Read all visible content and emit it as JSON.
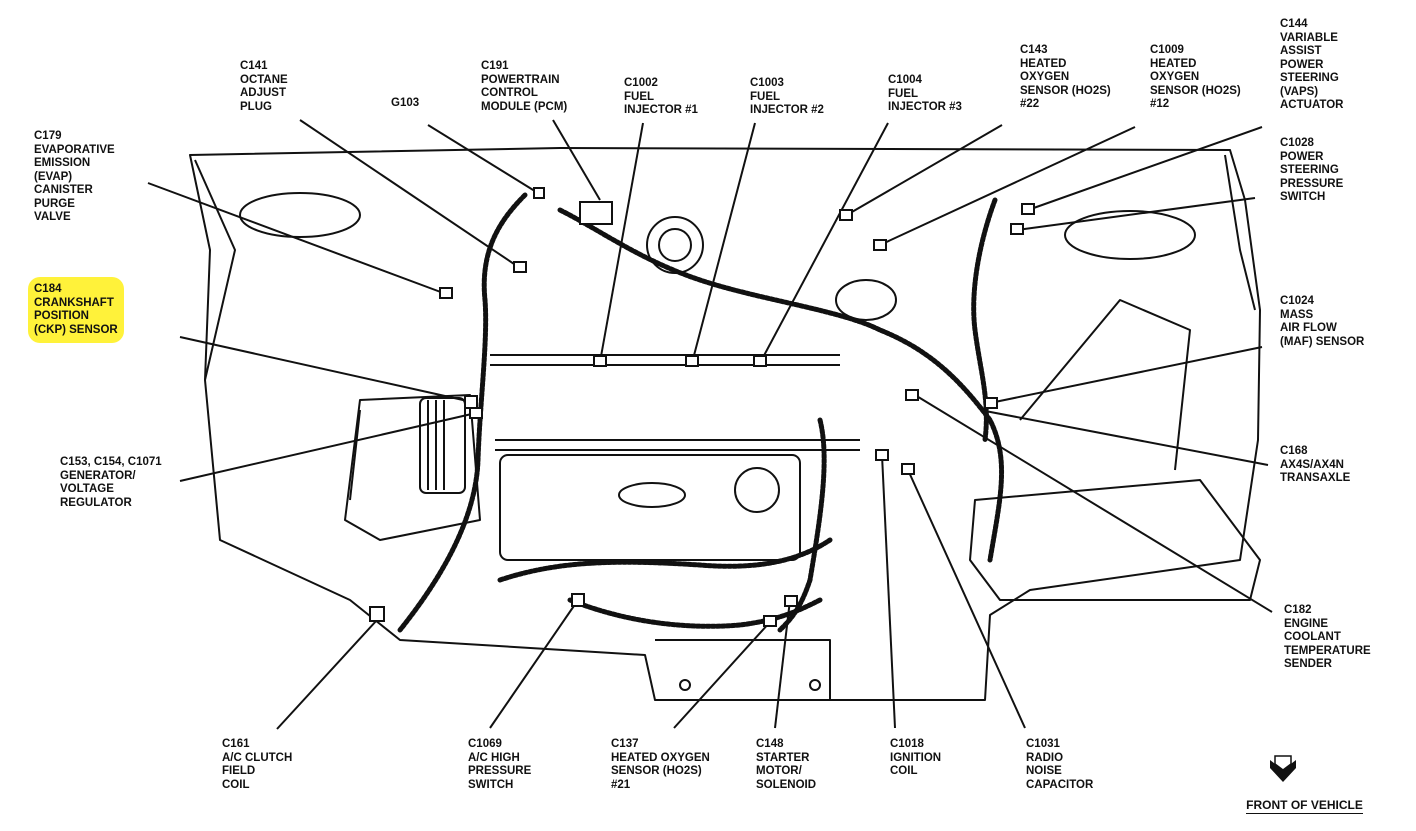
{
  "labels": [
    {
      "id": "c141",
      "lines": [
        "C141",
        "OCTANE",
        "ADJUST",
        "PLUG"
      ]
    },
    {
      "id": "g103",
      "lines": [
        "G103"
      ]
    },
    {
      "id": "c191",
      "lines": [
        "C191",
        "POWERTRAIN",
        "CONTROL",
        "MODULE (PCM)"
      ]
    },
    {
      "id": "c1002",
      "lines": [
        "C1002",
        "FUEL",
        "INJECTOR #1"
      ]
    },
    {
      "id": "c1003",
      "lines": [
        "C1003",
        "FUEL",
        "INJECTOR #2"
      ]
    },
    {
      "id": "c1004",
      "lines": [
        "C1004",
        "FUEL",
        "INJECTOR #3"
      ]
    },
    {
      "id": "c143",
      "lines": [
        "C143",
        "HEATED",
        "OXYGEN",
        "SENSOR (HO2S)",
        "#22"
      ]
    },
    {
      "id": "c1009",
      "lines": [
        "C1009",
        "HEATED",
        "OXYGEN",
        "SENSOR (HO2S)",
        "#12"
      ]
    },
    {
      "id": "c144",
      "lines": [
        "C144",
        "VARIABLE",
        "ASSIST",
        "POWER",
        "STEERING",
        "(VAPS)",
        "ACTUATOR"
      ]
    },
    {
      "id": "c179",
      "lines": [
        "C179",
        "EVAPORATIVE",
        "EMISSION",
        "(EVAP)",
        "CANISTER",
        "PURGE",
        "VALVE"
      ]
    },
    {
      "id": "c1028",
      "lines": [
        "C1028",
        "POWER",
        "STEERING",
        "PRESSURE",
        "SWITCH"
      ]
    },
    {
      "id": "c184",
      "lines": [
        "C184",
        "CRANKSHAFT",
        "POSITION",
        "(CKP) SENSOR"
      ],
      "highlighted": true
    },
    {
      "id": "c1024",
      "lines": [
        "C1024",
        "MASS",
        "AIR FLOW",
        "(MAF) SENSOR"
      ]
    },
    {
      "id": "c153",
      "lines": [
        "C153, C154, C1071",
        "GENERATOR/",
        "VOLTAGE",
        "REGULATOR"
      ]
    },
    {
      "id": "c168",
      "lines": [
        "C168",
        "AX4S/AX4N",
        "TRANSAXLE"
      ]
    },
    {
      "id": "c182",
      "lines": [
        "C182",
        "ENGINE",
        "COOLANT",
        "TEMPERATURE",
        "SENDER"
      ]
    },
    {
      "id": "c161",
      "lines": [
        "C161",
        "A/C CLUTCH",
        "FIELD",
        "COIL"
      ]
    },
    {
      "id": "c1069",
      "lines": [
        "C1069",
        "A/C HIGH",
        "PRESSURE",
        "SWITCH"
      ]
    },
    {
      "id": "c137",
      "lines": [
        "C137",
        "HEATED OXYGEN",
        "SENSOR (HO2S)",
        "#21"
      ]
    },
    {
      "id": "c148",
      "lines": [
        "C148",
        "STARTER",
        "MOTOR/",
        "SOLENOID"
      ]
    },
    {
      "id": "c1018",
      "lines": [
        "C1018",
        "IGNITION",
        "COIL"
      ]
    },
    {
      "id": "c1031",
      "lines": [
        "C1031",
        "RADIO",
        "NOISE",
        "CAPACITOR"
      ]
    }
  ],
  "front_of_vehicle": "FRONT OF VEHICLE",
  "colors": {
    "ink": "#111111",
    "highlight": "#fff23a",
    "paper": "#ffffff"
  }
}
